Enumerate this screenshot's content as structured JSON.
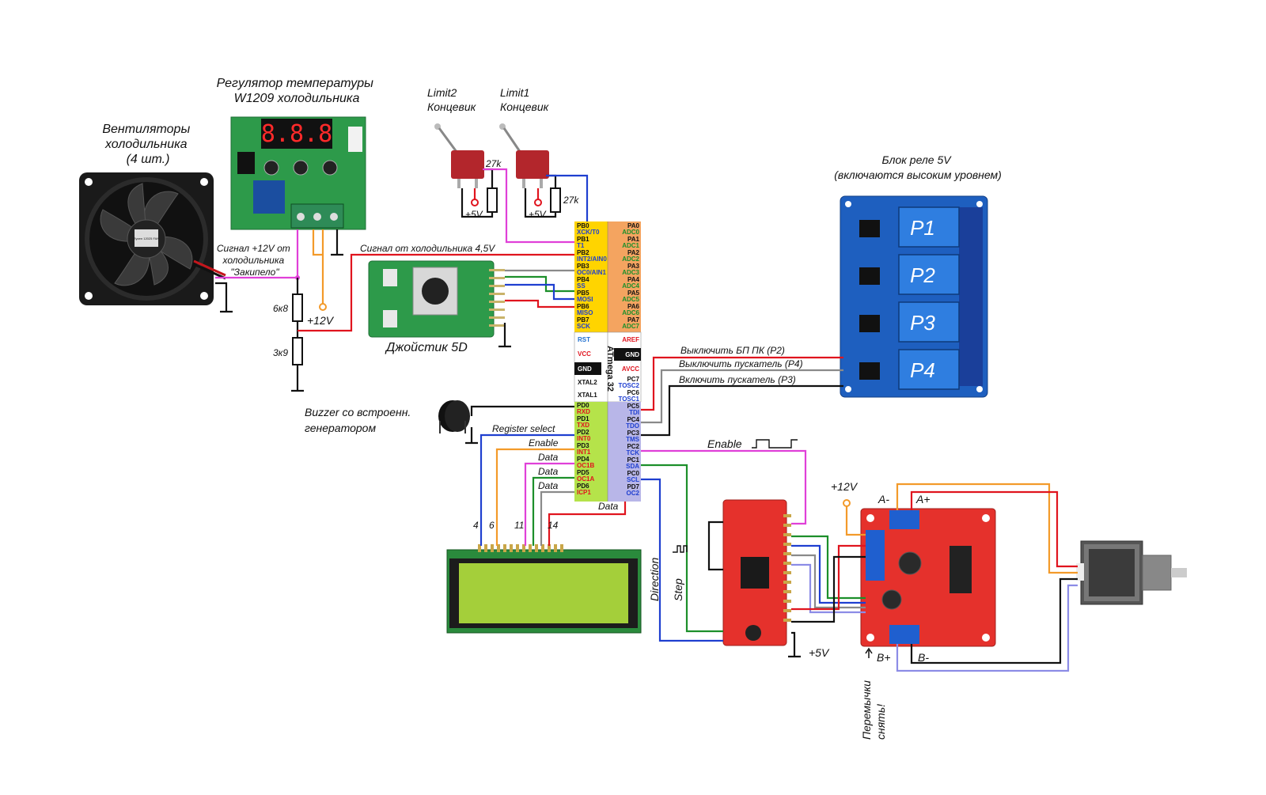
{
  "labels": {
    "fans": [
      "Вентиляторы",
      "холодильника",
      "(4 шт.)"
    ],
    "regulator": [
      "Регулятор температуры",
      "W1209 холодильника"
    ],
    "limit2": [
      "Limit2",
      "Концевик"
    ],
    "limit1": [
      "Limit1",
      "Концевик"
    ],
    "relay_block": [
      "Блок реле 5V",
      "(включаются высоким уровнем)"
    ],
    "signal12v": [
      "Сигнал +12V от",
      "холодильника",
      "\"Закипело\""
    ],
    "signal_fridge": "Сигнал от холодильника 4,5V",
    "joystick": "Джойстик 5D",
    "buzzer": [
      "Buzzer со встроенн.",
      "генератором"
    ],
    "r_6k8": "6к8",
    "r_3k9": "3к9",
    "r_27k_a": "27k",
    "r_27k_b": "27k",
    "v12_left": "+12V",
    "v5_a": "+5V",
    "v5_b": "+5V",
    "relay_p2": "Выключить БП ПК (P2)",
    "relay_p4": "Выключить пускатель (P4)",
    "relay_p3": "Включить пускатель (P3)",
    "register_select": "Register select",
    "enable": "Enable",
    "data1": "Data",
    "data2": "Data",
    "data3": "Data",
    "data4": "Data",
    "lcd_pins": [
      "4",
      "6",
      "11",
      "14"
    ],
    "enable_right": "Enable",
    "direction": "Direction",
    "step": "Step",
    "v12_right": "+12V",
    "v5_right": "+5V",
    "a_minus": "A-",
    "a_plus": "A+",
    "b_plus": "B+",
    "b_minus": "B-",
    "jumpers": [
      "Перемычки",
      "снять!"
    ],
    "chip": "ATmega 32",
    "relay_names": [
      "P1",
      "P2",
      "P3",
      "P4"
    ],
    "fan_brand": "Ryzen 12025 FAN"
  },
  "mcu_left_pins": [
    [
      "PB0",
      "XCK/T0"
    ],
    [
      "PB1",
      "T1"
    ],
    [
      "PB2",
      "INT2/AIN0"
    ],
    [
      "PB3",
      "OC0/AIN1"
    ],
    [
      "PB4",
      "SS"
    ],
    [
      "PB5",
      "MOSI"
    ],
    [
      "PB6",
      "MISO"
    ],
    [
      "PB7",
      "SCK"
    ]
  ],
  "mcu_right_pins": [
    [
      "PA0",
      "ADC0"
    ],
    [
      "PA1",
      "ADC1"
    ],
    [
      "PA2",
      "ADC2"
    ],
    [
      "PA3",
      "ADC3"
    ],
    [
      "PA4",
      "ADC4"
    ],
    [
      "PA5",
      "ADC5"
    ],
    [
      "PA6",
      "ADC6"
    ],
    [
      "PA7",
      "ADC7"
    ]
  ],
  "mcu_mid_left": [
    "RST",
    "VCC",
    "GND",
    "XTAL2",
    "XTAL1"
  ],
  "mcu_mid_right": [
    "AREF",
    "GND",
    "AVCC"
  ],
  "mcu_pd_pins": [
    [
      "PD0",
      "RXD"
    ],
    [
      "PD1",
      "TXD"
    ],
    [
      "PD2",
      "INT0"
    ],
    [
      "PD3",
      "INT1"
    ],
    [
      "PD4",
      "OC1B"
    ],
    [
      "PD5",
      "OC1A"
    ],
    [
      "PD6",
      "ICP1"
    ]
  ],
  "mcu_pc_pins": [
    [
      "PC7",
      "TOSC2"
    ],
    [
      "PC6",
      "TOSC1"
    ],
    [
      "PC5",
      "TDI"
    ],
    [
      "PC4",
      "TDO"
    ],
    [
      "PC3",
      "TMS"
    ],
    [
      "PC2",
      "TCK"
    ],
    [
      "PC1",
      "SDA"
    ],
    [
      "PC0",
      "SCL"
    ],
    [
      "PD7",
      "OC2"
    ]
  ],
  "colors": {
    "red": "#e0141e",
    "blue": "#1f3fd0",
    "magenta": "#e040d8",
    "orange": "#f39a2a",
    "green": "#1c8f2a",
    "gray": "#8a8a8a",
    "black": "#111111",
    "lavender": "#8c8ce6",
    "pcb_green": "#2d9a4a",
    "pcb_blue": "#1e5fbf",
    "pcb_red": "#e5312c"
  }
}
